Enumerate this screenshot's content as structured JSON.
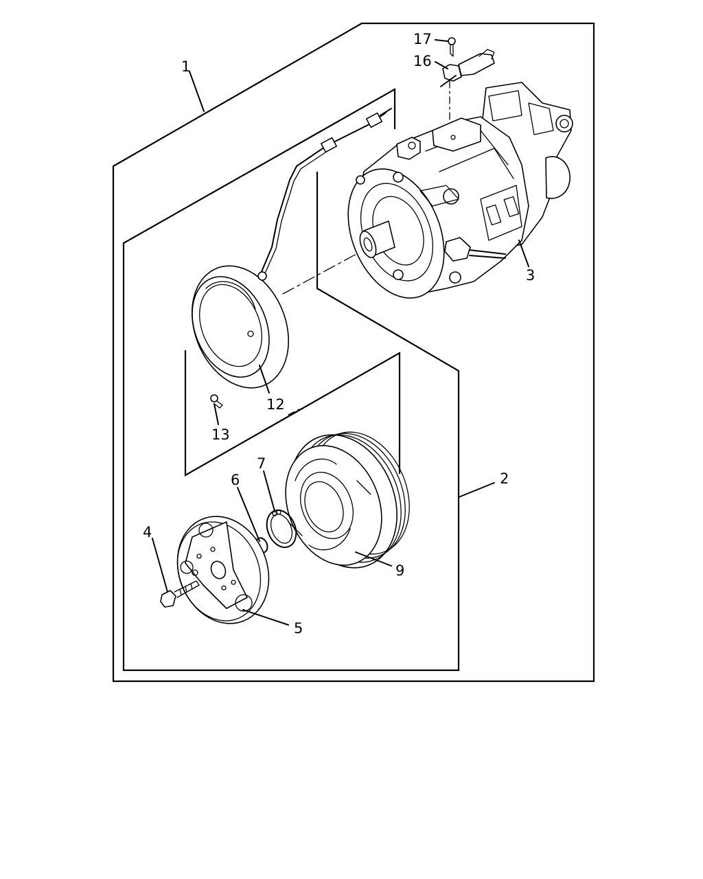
{
  "callouts": [
    {
      "id": "1",
      "label": "1"
    },
    {
      "id": "2",
      "label": "2"
    },
    {
      "id": "3",
      "label": "3"
    },
    {
      "id": "4",
      "label": "4"
    },
    {
      "id": "5",
      "label": "5"
    },
    {
      "id": "6",
      "label": "6"
    },
    {
      "id": "7",
      "label": "7"
    },
    {
      "id": "9",
      "label": "9"
    },
    {
      "id": "12",
      "label": "12"
    },
    {
      "id": "13",
      "label": "13"
    },
    {
      "id": "16",
      "label": "16"
    },
    {
      "id": "17",
      "label": "17"
    }
  ]
}
